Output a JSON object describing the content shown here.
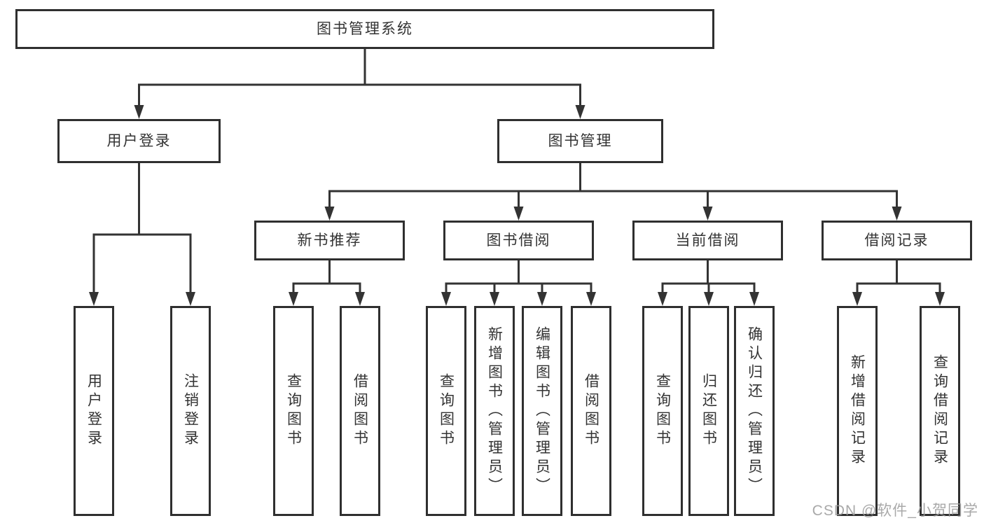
{
  "diagram": {
    "colors": {
      "line": "#333333",
      "box_border": "#2f2f2f",
      "text": "#333333",
      "background": "#ffffff",
      "watermark": "#9a9a9a"
    },
    "watermark": "CSDN @软件_小贺同学",
    "root": {
      "label": "图书管理系统"
    },
    "branches": [
      {
        "label": "用户登录",
        "children": [
          {
            "label": "用户登录"
          },
          {
            "label": "注销登录"
          }
        ]
      },
      {
        "label": "图书管理",
        "children": [
          {
            "label": "新书推荐",
            "children": [
              {
                "label": "查询图书"
              },
              {
                "label": "借阅图书"
              }
            ]
          },
          {
            "label": "图书借阅",
            "children": [
              {
                "label": "查询图书"
              },
              {
                "label": "新增图书（管理员）"
              },
              {
                "label": "编辑图书（管理员）"
              },
              {
                "label": "借阅图书"
              }
            ]
          },
          {
            "label": "当前借阅",
            "children": [
              {
                "label": "查询图书"
              },
              {
                "label": "归还图书"
              },
              {
                "label": "确认归还（管理员）"
              }
            ]
          },
          {
            "label": "借阅记录",
            "children": [
              {
                "label": "新增借阅记录"
              },
              {
                "label": "查询借阅记录"
              }
            ]
          }
        ]
      }
    ]
  }
}
